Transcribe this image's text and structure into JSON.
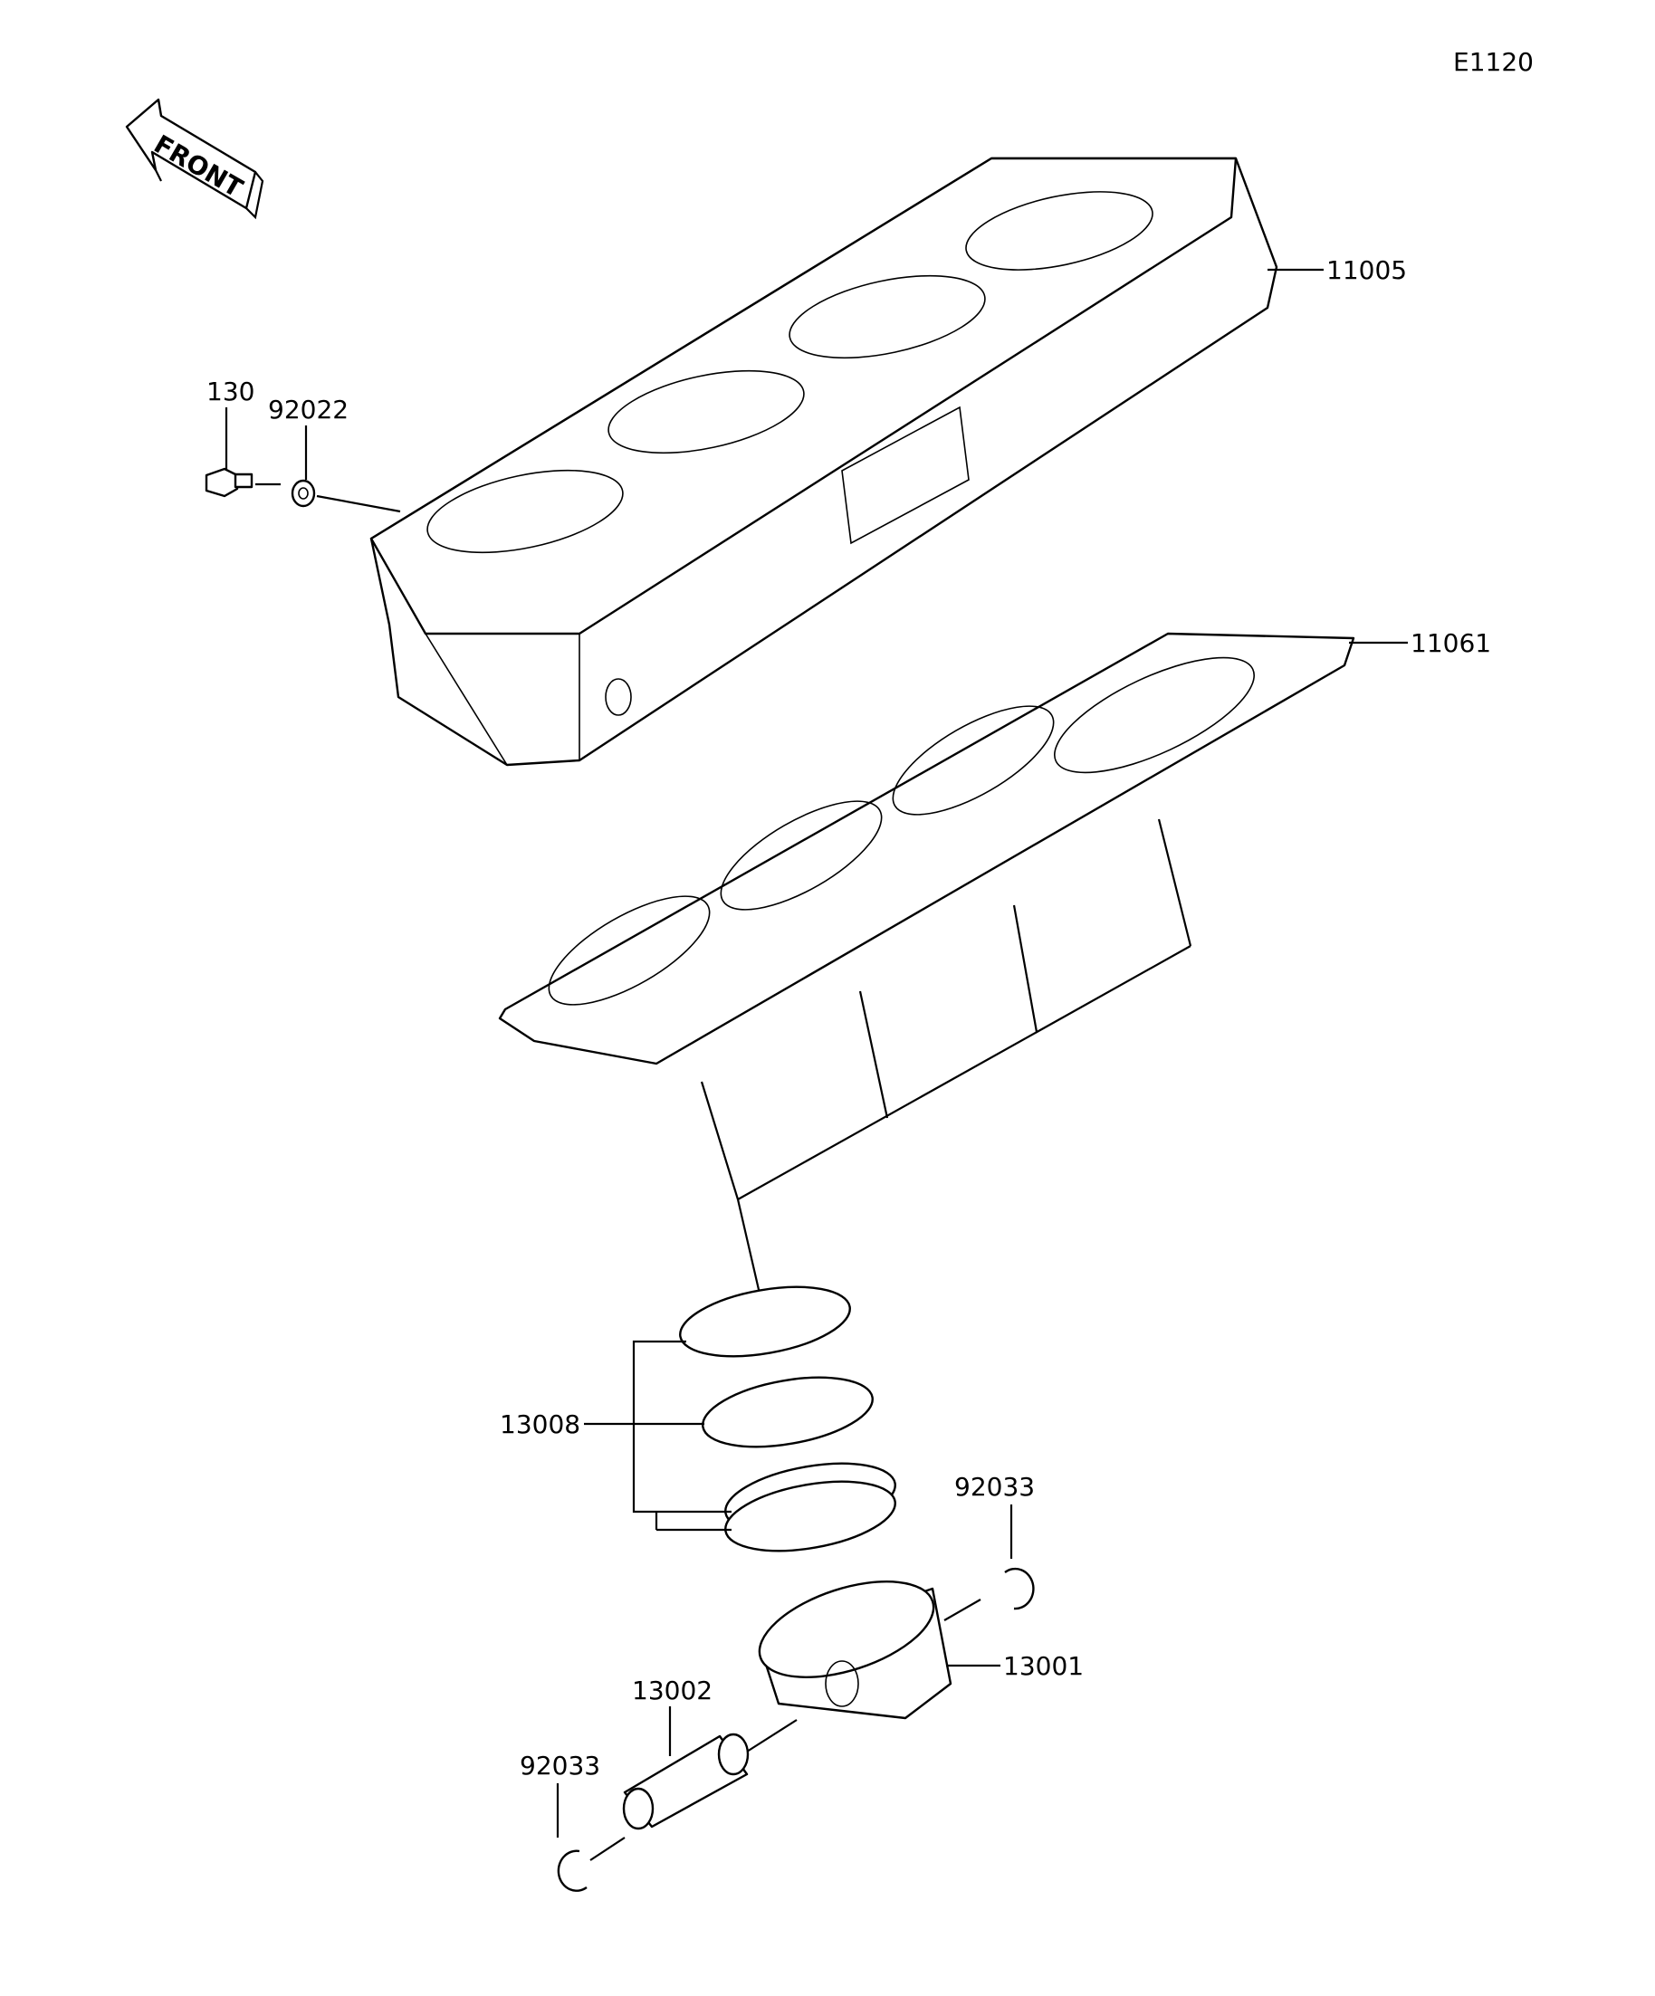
{
  "diagram": {
    "code": "E1120",
    "front_label": "FRONT",
    "parts": {
      "cylinder": "11005",
      "gasket": "11061",
      "bolt": "130",
      "washer": "92022",
      "ring_set": "13008",
      "snap_ring_right": "92033",
      "piston": "13001",
      "piston_pin": "13002",
      "snap_ring_left": "92033"
    }
  }
}
